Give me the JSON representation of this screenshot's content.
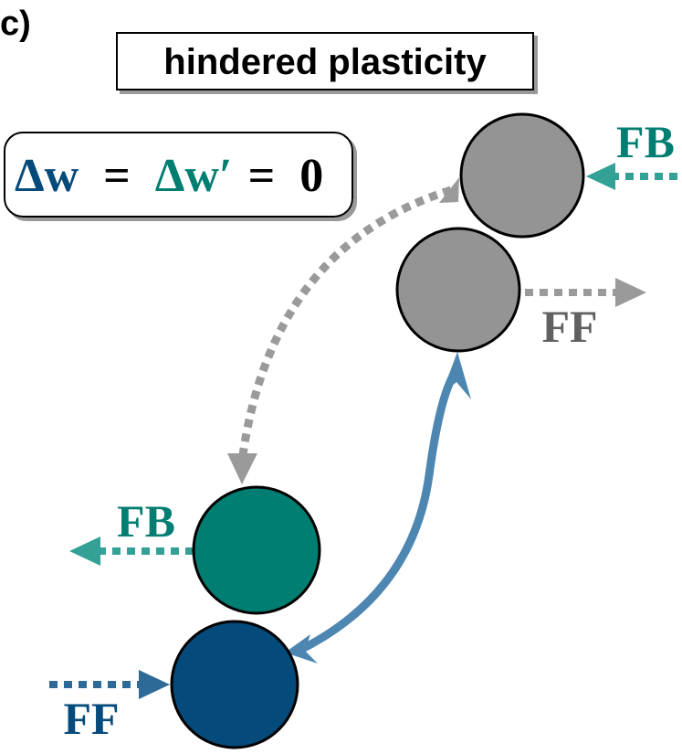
{
  "panel_label": "c)",
  "title": "hindered plasticity",
  "equation": {
    "delta_w": "Δw",
    "eq1": "=",
    "delta_w_prime": "Δw′",
    "eq2": "=",
    "zero": "0"
  },
  "labels": {
    "fb_top": "FB",
    "ff_top": "FF",
    "fb_bottom": "FB",
    "ff_bottom": "FF"
  },
  "colors": {
    "dark_blue": "#044a7a",
    "teal": "#017e72",
    "teal_light": "#33a196",
    "gray_node": "#949494",
    "gray_arrow": "#9a9a9a",
    "gray_text": "#616161",
    "steel_blue": "#4e86b2",
    "ff_blue_dotted": "#2e6a98"
  }
}
